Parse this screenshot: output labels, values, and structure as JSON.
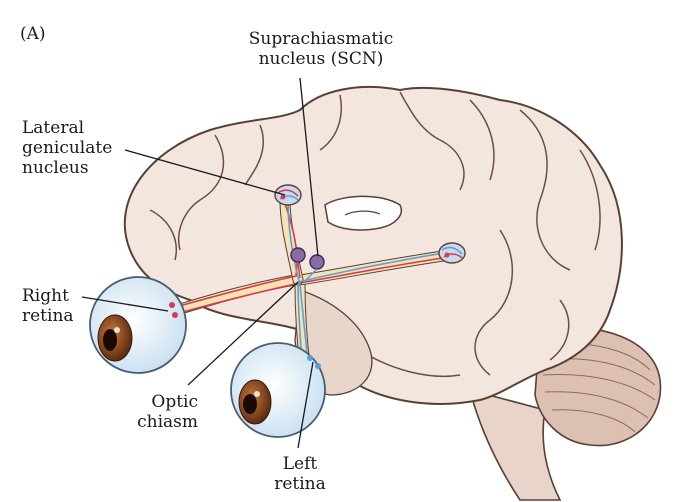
{
  "panel_label": "(A)",
  "labels": {
    "scn": [
      "Suprachiasmatic",
      "nucleus (SCN)"
    ],
    "lgn": [
      "Lateral",
      "geniculate",
      "nucleus"
    ],
    "right_retina": [
      "Right",
      "retina"
    ],
    "optic_chiasm": [
      "Optic",
      "chiasm"
    ],
    "left_retina": [
      "Left",
      "retina"
    ]
  },
  "colors": {
    "brain_fill": "#f2e6de",
    "brain_shade": "#ddc4b6",
    "brain_outline": "#5a3f35",
    "nerve_fill": "#f7e2b4",
    "fiber_red": "#d63a52",
    "fiber_blue": "#5aa0d8",
    "eye_fill": "#dcecf6",
    "iris": "#8a4a1e"
  }
}
